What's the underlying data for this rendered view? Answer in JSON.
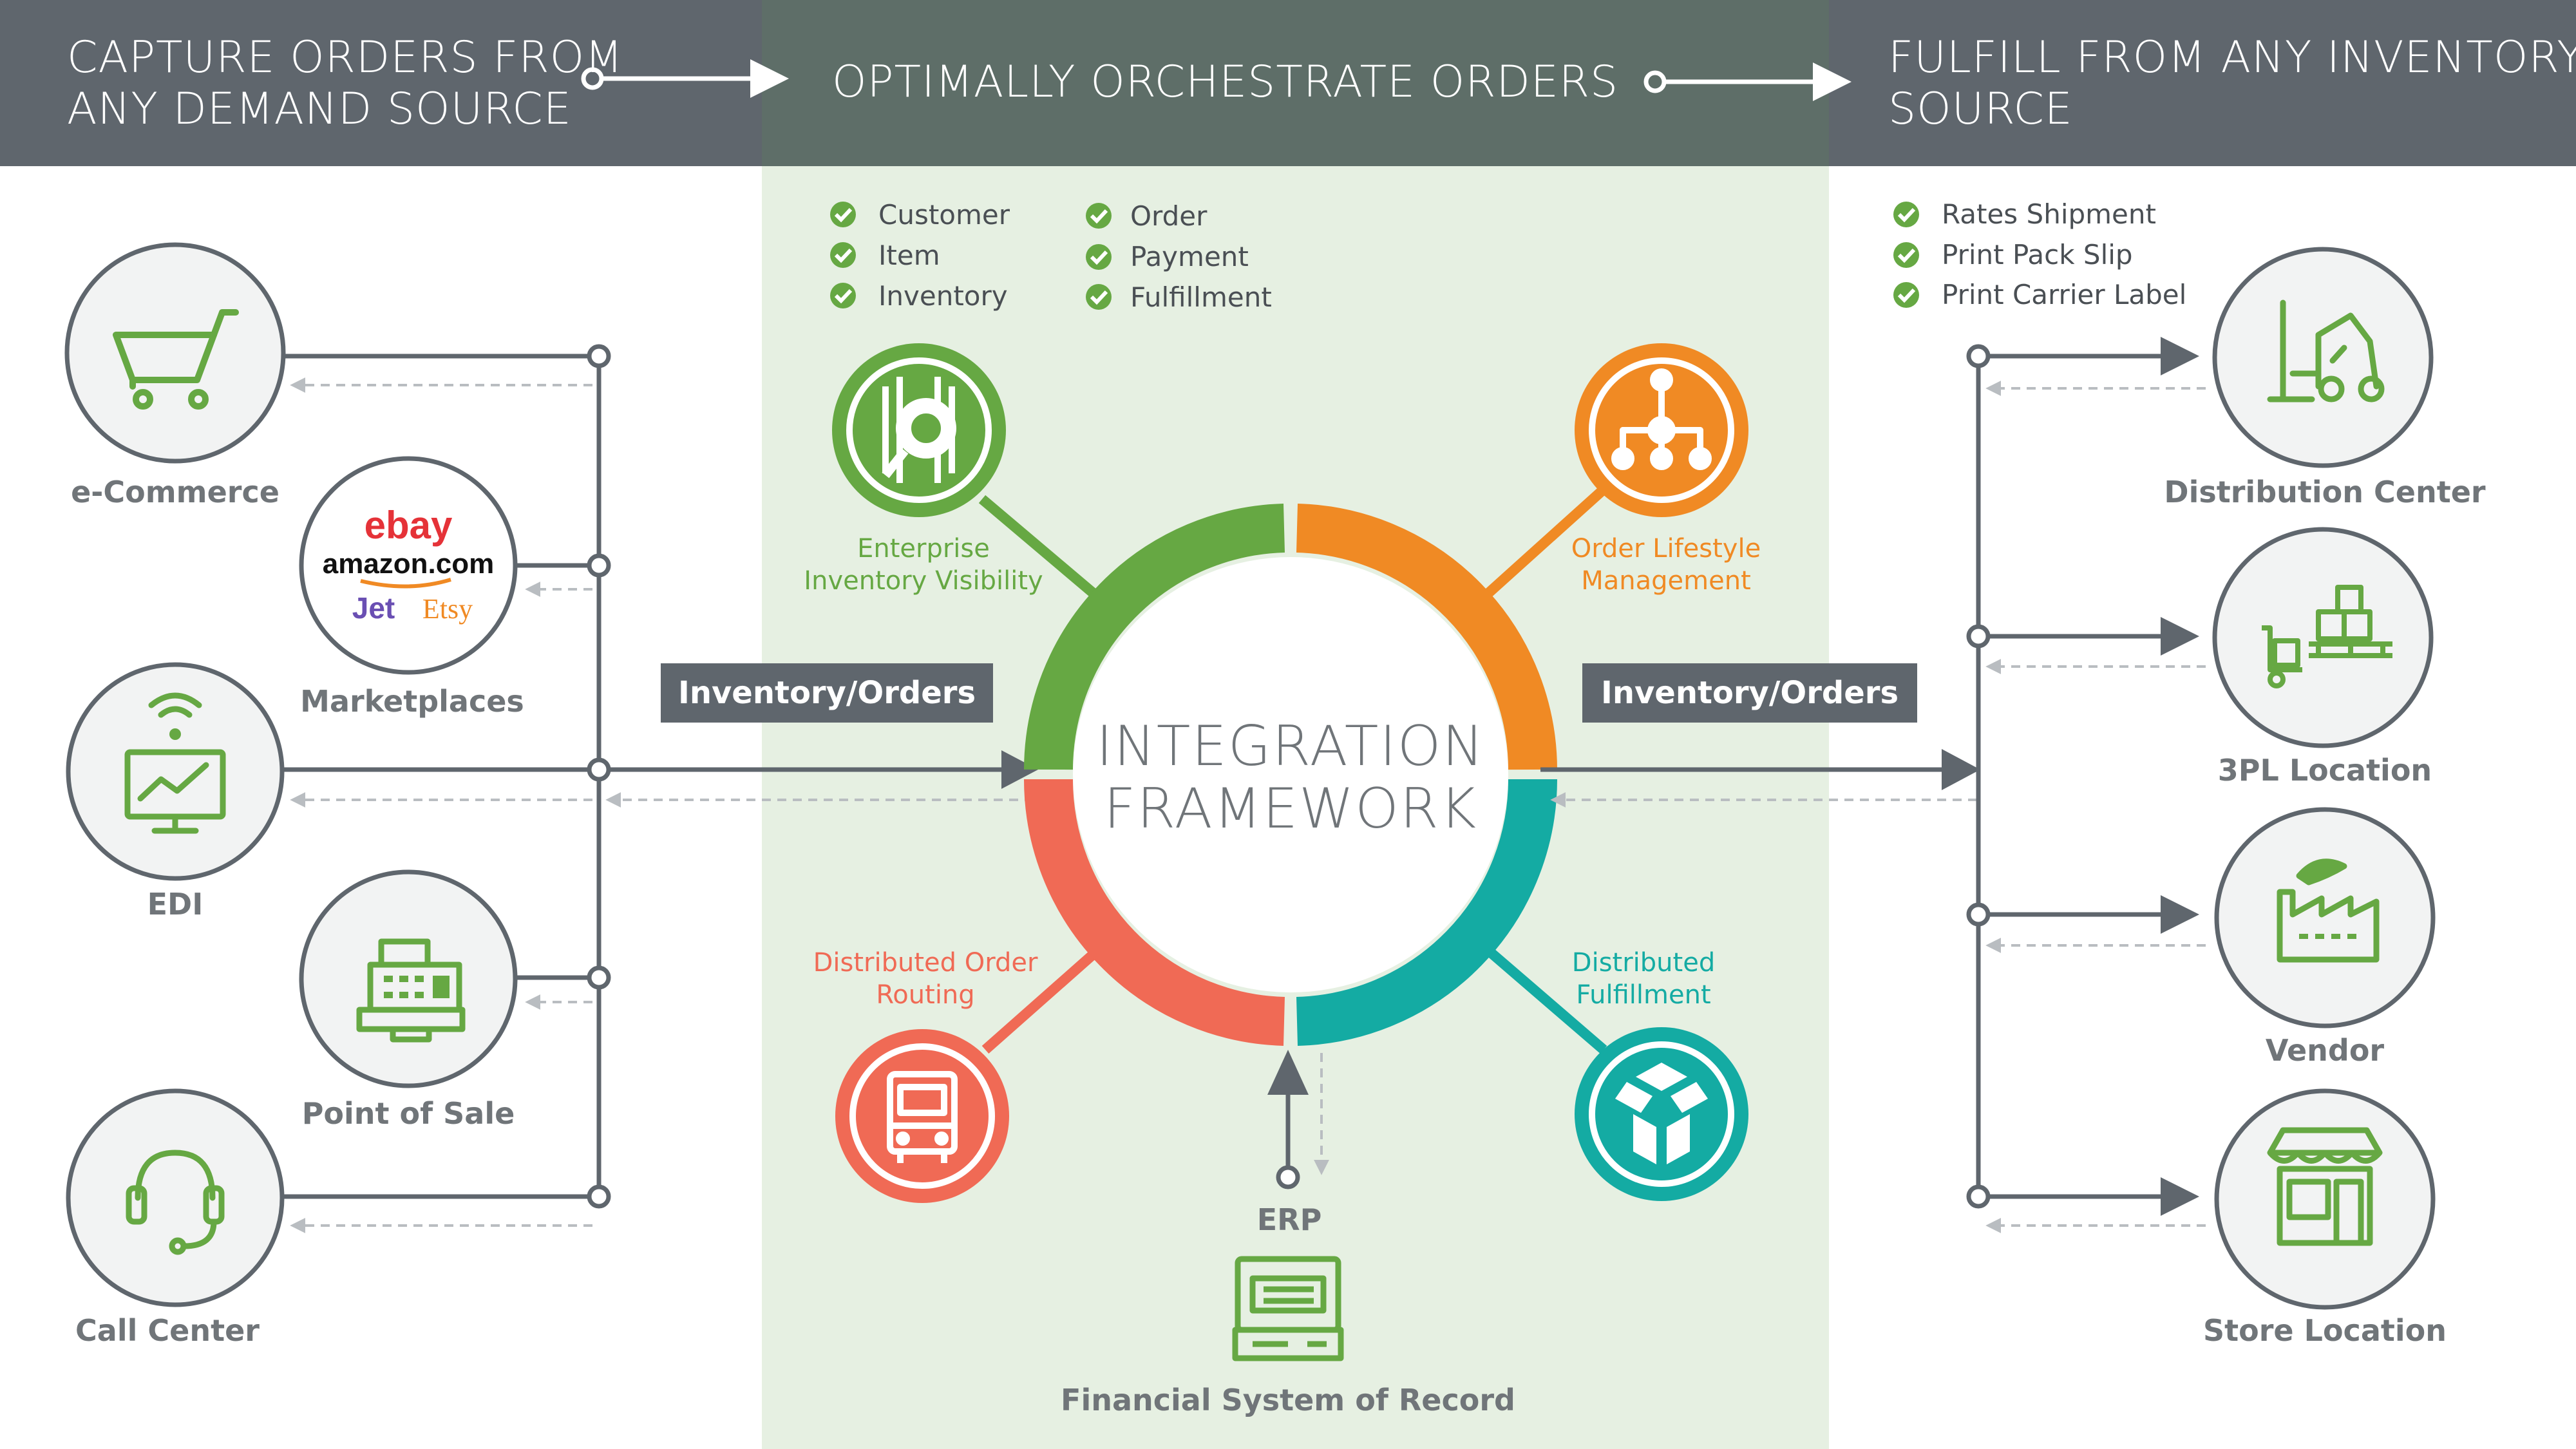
{
  "header": {
    "left_line1": "CAPTURE ORDERS FROM",
    "left_line2": "ANY DEMAND SOURCE",
    "center": "OPTIMALLY ORCHESTRATE ORDERS",
    "right_line1": "FULFILL FROM ANY INVENTORY",
    "right_line2": "SOURCE"
  },
  "colors": {
    "header_bg": "#5f666d",
    "center_panel": "#e6f0e2",
    "green": "#66a843",
    "orange": "#f08a24",
    "red": "#f06a55",
    "teal": "#14aba3",
    "gray_text": "#707579",
    "line": "#5f666d"
  },
  "demand_sources": {
    "ecommerce": "e-Commerce",
    "marketplaces": "Marketplaces",
    "edi": "EDI",
    "pos": "Point of Sale",
    "call_center": "Call Center"
  },
  "marketplace_logos": {
    "ebay": "ebay",
    "amazon": "amazon.com",
    "jet": "Jet",
    "etsy": "Etsy"
  },
  "orchestration_checklist": {
    "col1": [
      "Customer",
      "Item",
      "Inventory"
    ],
    "col2": [
      "Order",
      "Payment",
      "Fulfillment"
    ]
  },
  "center": {
    "line1": "INTEGRATION",
    "line2": "FRAMEWORK",
    "eiv_line1": "Enterprise",
    "eiv_line2": "Inventory Visibility",
    "olm_line1": "Order Lifestyle",
    "olm_line2": "Management",
    "dor_line1": "Distributed Order",
    "dor_line2": "Routing",
    "df_line1": "Distributed",
    "df_line2": "Fulfillment",
    "erp": "ERP",
    "fsr": "Financial System of Record"
  },
  "flow_tags": {
    "left": "Inventory/Orders",
    "right": "Inventory/Orders"
  },
  "fulfillment_checklist": [
    "Rates Shipment",
    "Print Pack Slip",
    "Print Carrier Label"
  ],
  "inventory_sources": {
    "dc": "Distribution Center",
    "threepl": "3PL Location",
    "vendor": "Vendor",
    "store": "Store Location"
  }
}
